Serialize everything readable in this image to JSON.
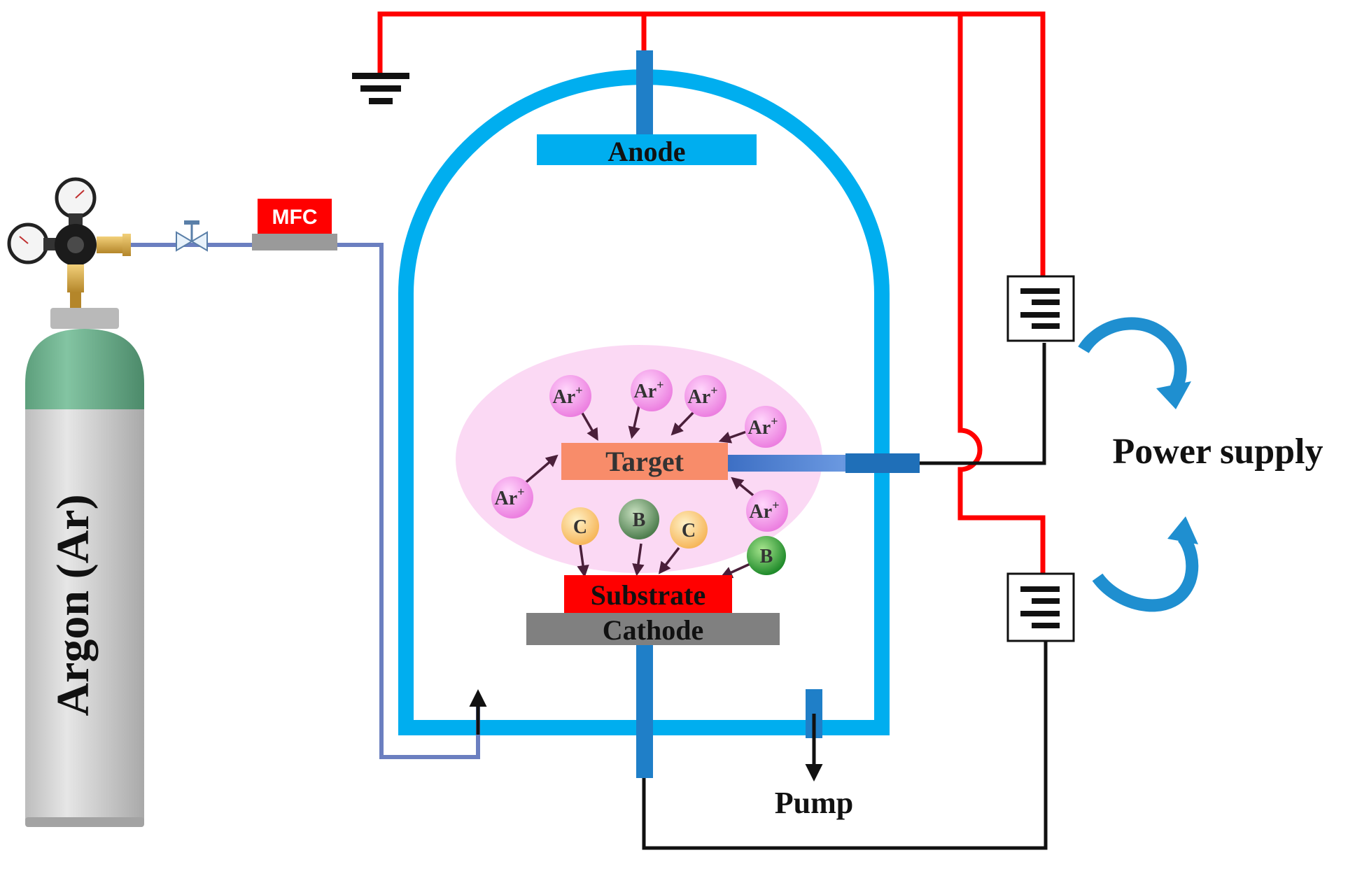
{
  "labels": {
    "anode": "Anode",
    "target": "Target",
    "substrate": "Substrate",
    "cathode": "Cathode",
    "mfc": "MFC",
    "pump": "Pump",
    "power_supply": "Power supply",
    "gas_cylinder": "Argon (Ar)"
  },
  "particles": {
    "argon_ion": "Ar",
    "argon_charge": "+",
    "carbon": "C",
    "boron": "B"
  },
  "colors": {
    "chamber": "#00aeef",
    "electrode_blue": "#1f7fc8",
    "power_wire": "#ff0000",
    "gas_line": "#6b7fc0",
    "ground_wire": "#111111",
    "plasma": "#fbd7f3",
    "ion": "#f08be6",
    "carbon": "#f9c47a",
    "boron": "#6aa06a",
    "target": "#f88c6a",
    "substrate": "#ff0000",
    "cathode": "#808080",
    "mfc": "#ff0000",
    "cylinder_body": "#d4d4d4",
    "cylinder_top": "#6fb48f",
    "cycle_arrow": "#1f8fd0"
  },
  "icons": {
    "ground": "ground-symbol-icon",
    "battery": "battery-symbol-icon",
    "valve": "valve-icon",
    "regulator": "pressure-regulator-icon",
    "gauge": "pressure-gauge-icon",
    "cycle_arrow": "curved-arrow-icon"
  }
}
